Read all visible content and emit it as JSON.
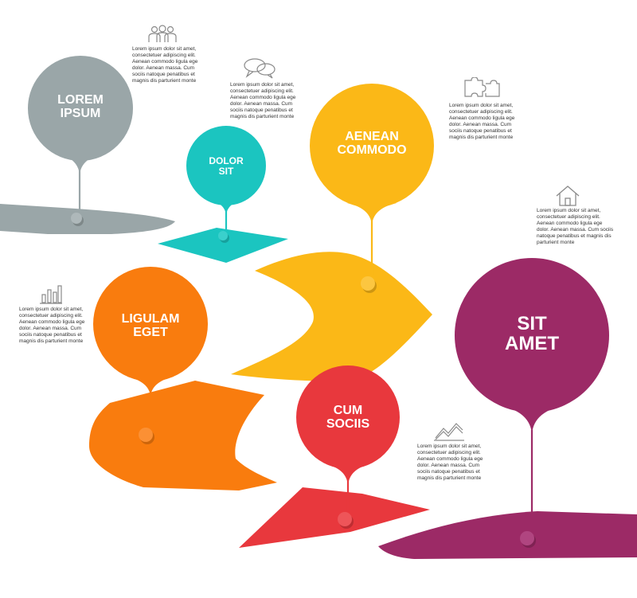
{
  "colors": {
    "gray": "#9aa6a8",
    "teal": "#1bc5c0",
    "yellow": "#fbb817",
    "orange": "#f97c0e",
    "red": "#e8383d",
    "purple": "#9c2a66",
    "icon_stroke": "#8a8a8a"
  },
  "steps": [
    {
      "label": "LOREM\nIPSUM",
      "color": "gray"
    },
    {
      "label": "DOLOR\nSIT",
      "color": "teal"
    },
    {
      "label": "AENEAN\nCOMMODO",
      "color": "yellow"
    },
    {
      "label": "LIGULAM\nEGET",
      "color": "orange"
    },
    {
      "label": "CUM\nSOCIIS",
      "color": "red"
    },
    {
      "label": "SIT\nAMET",
      "color": "purple"
    }
  ],
  "descriptions": [
    {
      "icon": "people-icon",
      "text": "Lorem ipsum dolor sit amet, consectetuer adipiscing elit. Aenean commodo ligula ege dolor. Aenean massa. Cum sociis natoque penatibus et magnis dis parturient monte"
    },
    {
      "icon": "chat-icon",
      "text": "Lorem ipsum dolor sit amet, consectetuer adipiscing elit. Aenean commodo ligula ege dolor. Aenean massa. Cum sociis natoque penatibus et magnis dis parturient monte"
    },
    {
      "icon": "puzzle-icon",
      "text": "Lorem ipsum dolor sit amet, consectetuer adipiscing elit. Aenean commodo ligula ege dolor. Aenean massa. Cum sociis natoque penatibus et magnis dis parturient monte"
    },
    {
      "icon": "house-icon",
      "text": "Lorem ipsum dolor sit amet, consectetuer adipiscing elit. Aenean commodo ligula ege dolor. Aenean massa. Cum sociis natoque penatibus et magnis dis parturient monte"
    },
    {
      "icon": "bar-chart-icon",
      "text": "Lorem ipsum dolor sit amet, consectetuer adipiscing elit. Aenean commodo ligula ege dolor. Aenean massa. Cum sociis natoque penatibus et magnis dis parturient monte"
    },
    {
      "icon": "line-chart-icon",
      "text": "Lorem ipsum dolor sit amet, consectetuer adipiscing elit. Aenean commodo ligula ege dolor. Aenean massa. Cum sociis natoque penatibus et magnis dis parturient monte"
    }
  ]
}
